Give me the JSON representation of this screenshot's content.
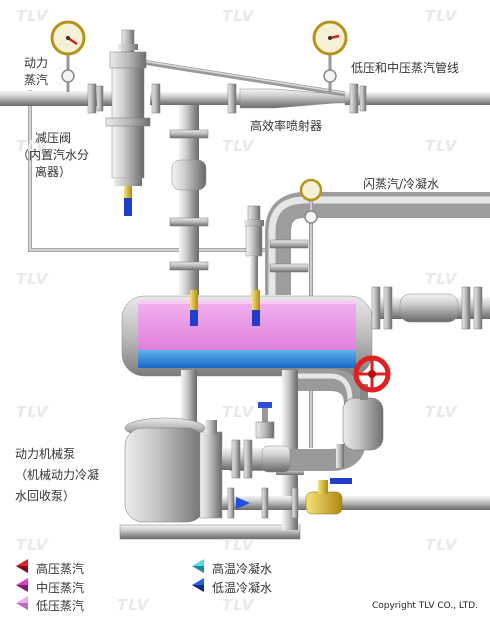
{
  "watermark": "TLV",
  "labels": {
    "motive_steam": "动力\n蒸汽",
    "low_medium_pressure_line": "低压和中压蒸汽管线",
    "pressure_reducing_valve": "减压阀\n（内置汽水分\n离器）",
    "high_efficiency_ejector": "高效率喷射器",
    "flash_condensate": "闪蒸汽/冷凝水",
    "mechanical_pump": "动力机械泵\n（机械动力冷凝\n水回收泵）"
  },
  "legend": [
    {
      "label": "高压蒸汽",
      "color": "#e0202a",
      "dark": "#7a0d12"
    },
    {
      "label": "中压蒸汽",
      "color": "#e040c8",
      "dark": "#7b1e6c"
    },
    {
      "label": "低压蒸汽",
      "color": "#f0a8ee",
      "dark": "#b86ab4"
    },
    {
      "label": "高温冷凝水",
      "color": "#5fd6ee",
      "dark": "#1d8aa2"
    },
    {
      "label": "低温冷凝水",
      "color": "#2062e0",
      "dark": "#0c2c80"
    }
  ],
  "copyright": "Copyright TLV CO., LTD."
}
